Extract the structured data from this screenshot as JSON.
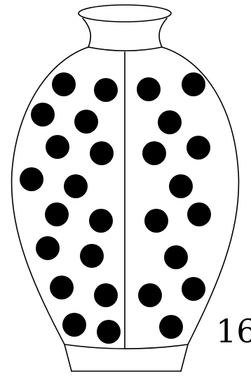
{
  "figure": {
    "label": "16",
    "ink_color": "#000000",
    "background_color": "#ffffff",
    "left_half_dot_count": 16,
    "right_half_dot_count": 12
  }
}
